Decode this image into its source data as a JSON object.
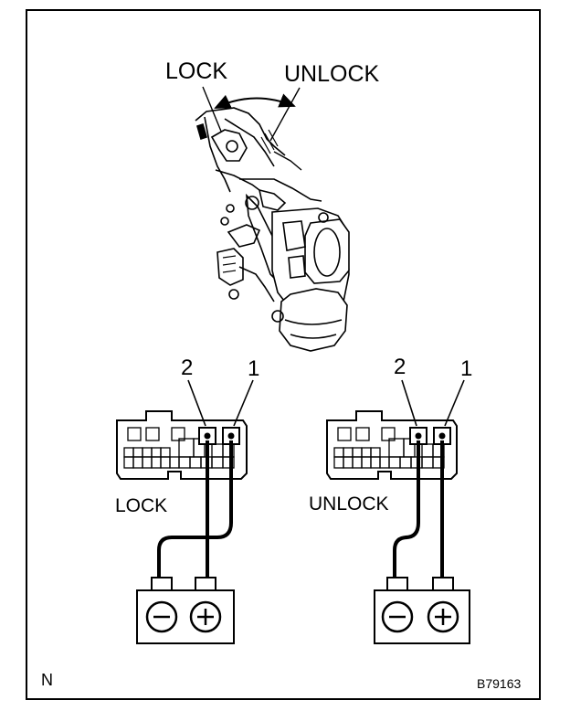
{
  "mechanism": {
    "lock_label": "LOCK",
    "unlock_label": "UNLOCK"
  },
  "left_connector": {
    "pin2_label": "2",
    "pin1_label": "1",
    "caption": "LOCK",
    "battery_neg": "⊖",
    "battery_pos": "⊕"
  },
  "right_connector": {
    "pin2_label": "2",
    "pin1_label": "1",
    "caption": "UNLOCK",
    "battery_neg": "⊖",
    "battery_pos": "⊕"
  },
  "footer": {
    "corner_mark": "N",
    "figure_code": "B79163"
  }
}
